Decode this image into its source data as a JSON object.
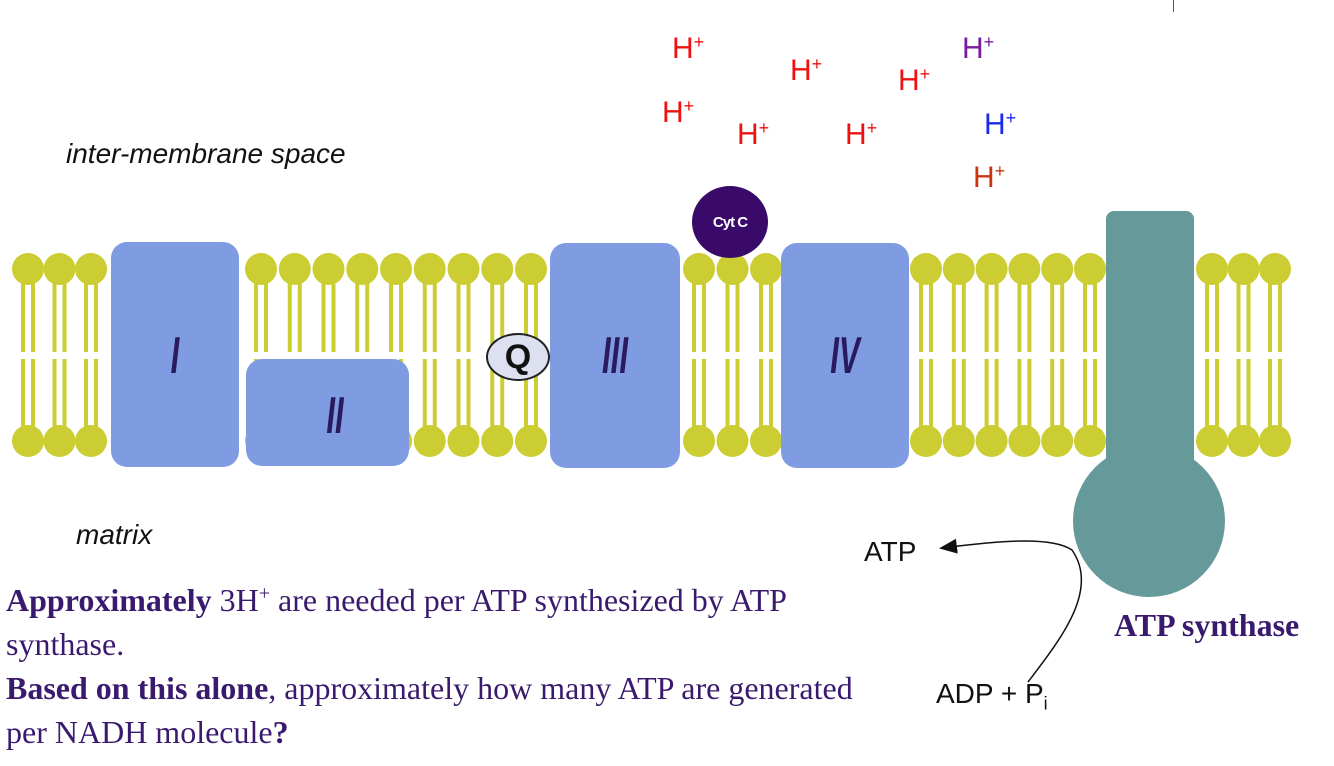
{
  "labels": {
    "intermembrane": "inter-membrane space",
    "matrix": "matrix"
  },
  "protons": [
    {
      "text": "H",
      "charge": "+",
      "color": "#ee1111"
    },
    {
      "text": "H",
      "charge": "+",
      "color": "#ee1111"
    },
    {
      "text": "H",
      "charge": "+",
      "color": "#ee1111"
    },
    {
      "text": "H",
      "charge": "+",
      "color": "#7a1a9e"
    },
    {
      "text": "H",
      "charge": "+",
      "color": "#ee1111"
    },
    {
      "text": "H",
      "charge": "+",
      "color": "#ee1111"
    },
    {
      "text": "H",
      "charge": "+",
      "color": "#ee1111"
    },
    {
      "text": "H",
      "charge": "+",
      "color": "#1a2aee"
    },
    {
      "text": "H",
      "charge": "+",
      "color": "#cc3311"
    }
  ],
  "complexes": {
    "c1": "I",
    "c2": "II",
    "c3": "III",
    "c4": "IV",
    "q": "Q",
    "cytc": "Cyt C"
  },
  "synthase": {
    "atp": "ATP",
    "adp": "ADP + P",
    "pi_sub": "i",
    "title": "ATP synthase"
  },
  "question": {
    "line1_bold": "Approximately",
    "line1_rest_a": " 3H",
    "line1_sup": "+",
    "line1_rest_b": " are needed per ATP synthesized by ATP synthase.",
    "line2_bold": "Based on this alone",
    "line2_rest": ", approximately how many ATP are generated per NADH molecule",
    "line2_end": "?"
  },
  "colors": {
    "lipid": "#cccc33",
    "complex": "#7f9ce3",
    "synthase": "#669999",
    "cytc": "#3a0a6a",
    "text_purple": "#3a1a6e"
  }
}
